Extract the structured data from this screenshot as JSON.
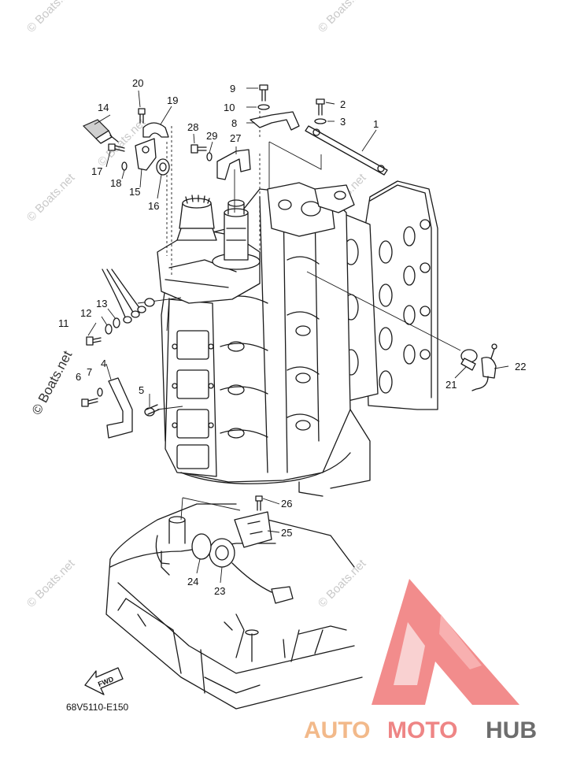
{
  "diagram": {
    "code": "68V5110-E150",
    "fwd_label": "FWD",
    "watermark": "© Boats.net",
    "brand": {
      "part1": "AUTO",
      "part2": "MOTO",
      "part3": "HUB",
      "color_orange": "#f2b98a",
      "color_red": "#ee8585",
      "color_grey": "#6d6d6d",
      "logo_color": "#f07878"
    },
    "callouts": [
      "1",
      "2",
      "3",
      "4",
      "5",
      "6",
      "7",
      "8",
      "9",
      "10",
      "11",
      "12",
      "13",
      "14",
      "15",
      "16",
      "17",
      "18",
      "19",
      "20",
      "21",
      "22",
      "23",
      "24",
      "25",
      "26",
      "27",
      "28",
      "29"
    ]
  }
}
